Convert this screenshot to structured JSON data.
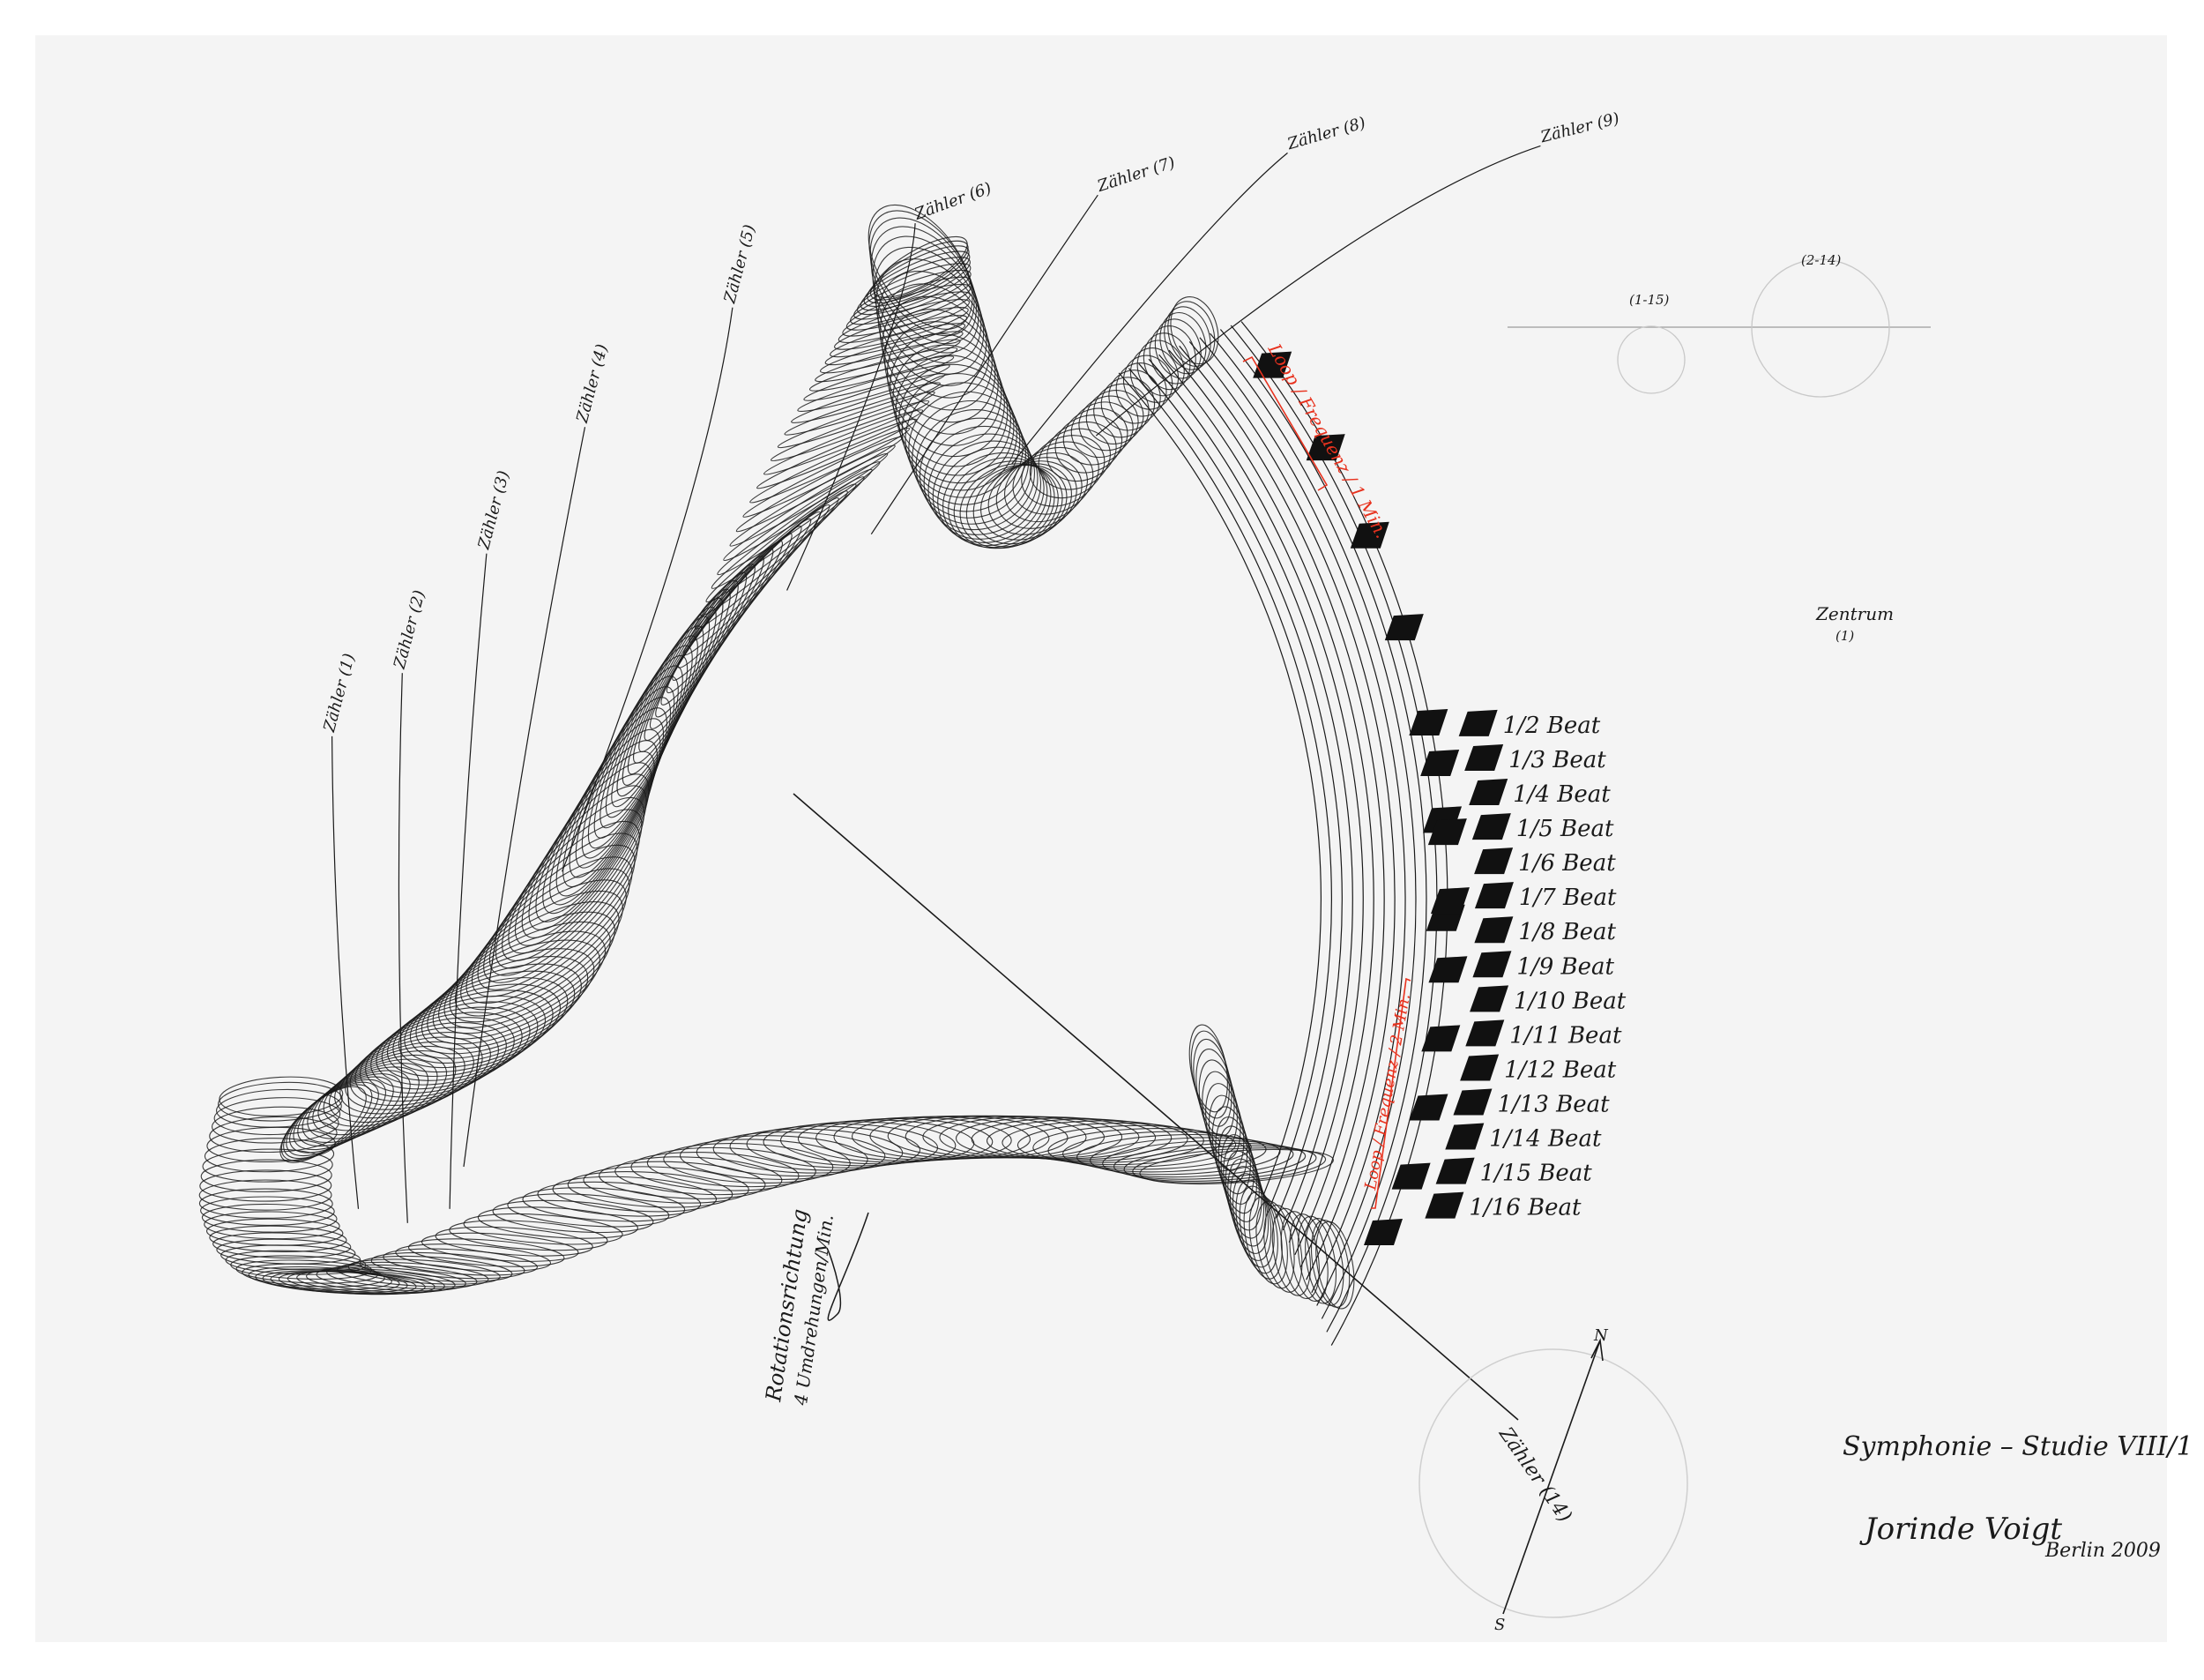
{
  "artwork": {
    "title": "Symphonie – Studie VIII/1",
    "signature": "Jorinde Voigt",
    "place_year": "Berlin 2009",
    "center_label": "Zentrum",
    "center_sub": "(1)",
    "rotation_note_1": "Rotationsrichtung",
    "rotation_note_2": "4 Umdrehungen/Min.",
    "loop_note_top": "Loop / Frequenz / 1 Min.",
    "loop_note_bottom": "Loop / Frequenz / 2 Min.",
    "circle_label_small": "(1-15)",
    "circle_label_large": "(2-14)",
    "compass_north": "N",
    "compass_south": "S",
    "counter_bottom": "Zähler (14)",
    "counters": [
      "Zähler (1)",
      "Zähler (2)",
      "Zähler (3)",
      "Zähler (4)",
      "Zähler (5)",
      "Zähler (6)",
      "Zähler (7)",
      "Zähler (8)",
      "Zähler (9)"
    ],
    "beats": [
      "1/2 Beat",
      "1/3 Beat",
      "1/4 Beat",
      "1/5 Beat",
      "1/6 Beat",
      "1/7 Beat",
      "1/8 Beat",
      "1/9 Beat",
      "1/10 Beat",
      "1/11 Beat",
      "1/12 Beat",
      "1/13 Beat",
      "1/14 Beat",
      "1/15 Beat",
      "1/16 Beat"
    ],
    "colors": {
      "paper": "#f4f4f4",
      "ink": "#1a1a1a",
      "red": "#e8321e",
      "pencil": "#bdbdbd"
    }
  }
}
